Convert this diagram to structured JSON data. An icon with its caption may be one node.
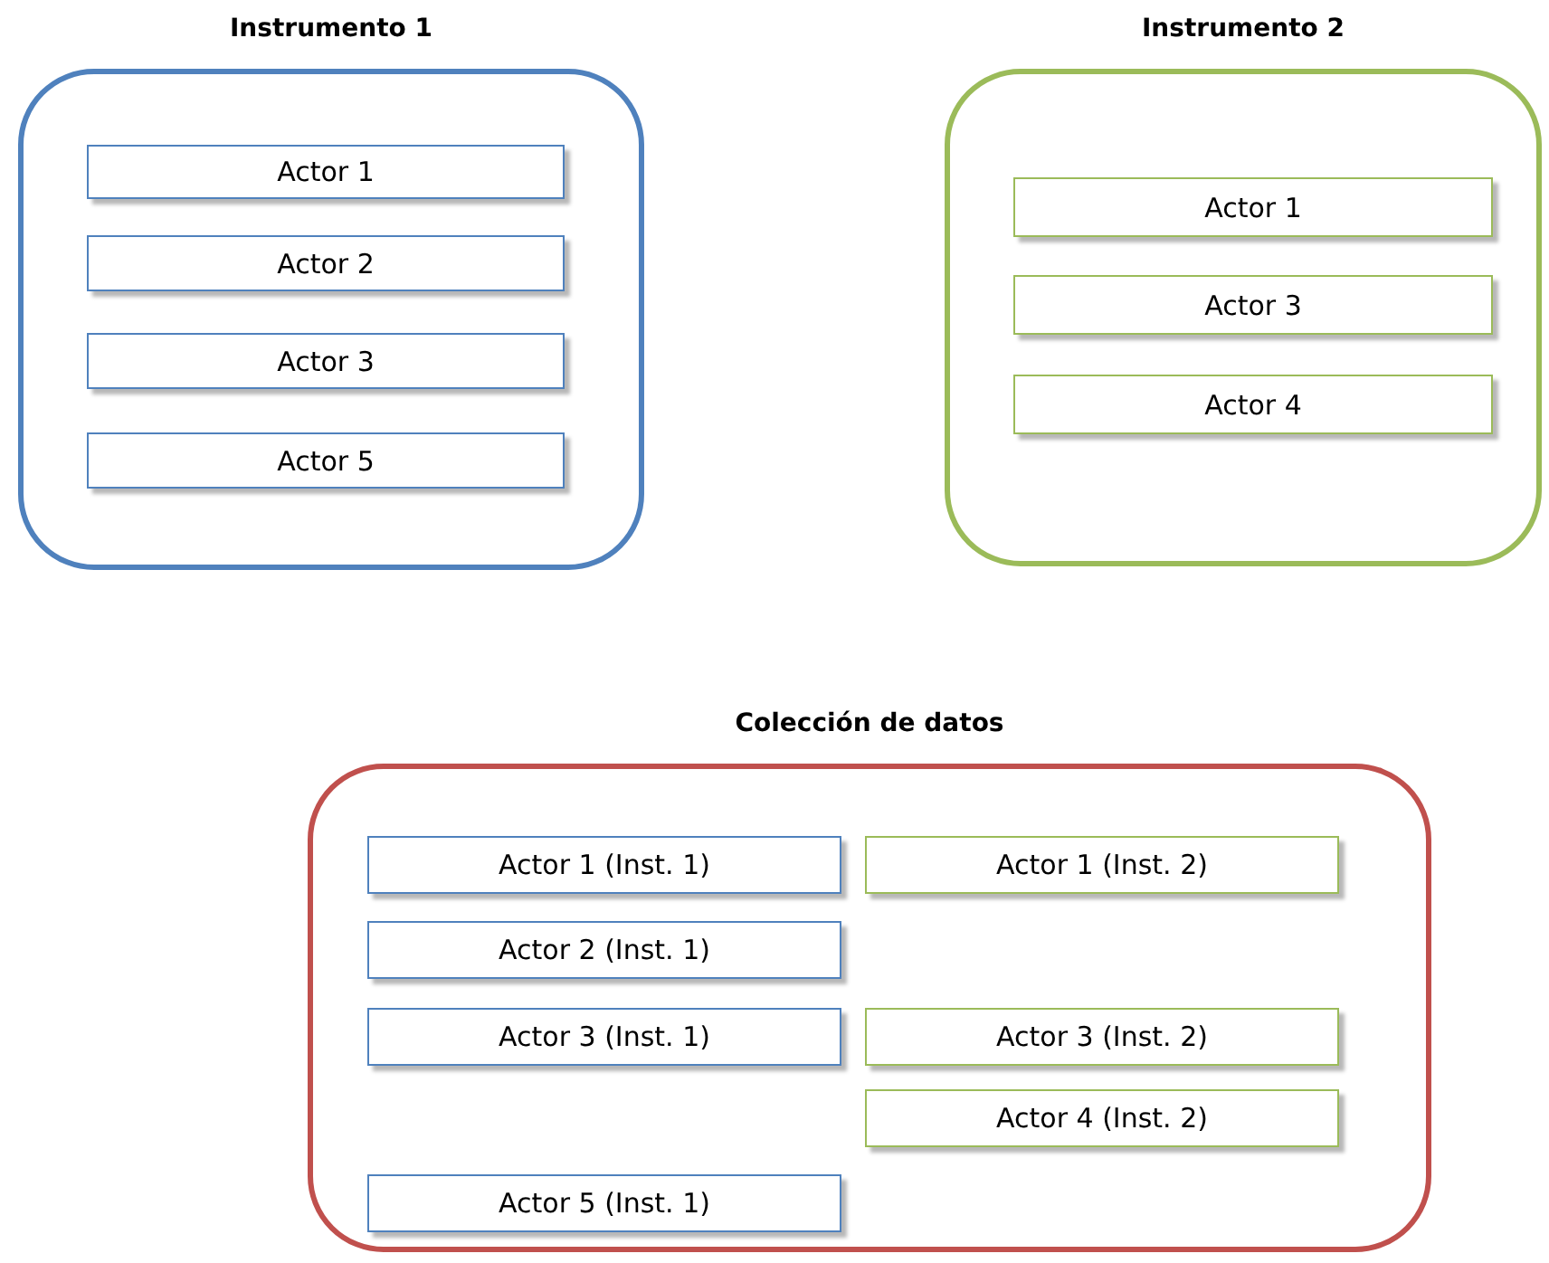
{
  "diagram": {
    "nodes": [
      {
        "text": [
          "Instrumento 1"
        ]
      },
      {
        "text": [
          "Actor 1"
        ],
        "in": 0
      },
      {
        "text": [
          "Actor 2"
        ],
        "in": 0
      },
      {
        "text": [
          "Actor 3"
        ],
        "in": 0
      },
      {
        "text": [
          "Actor 5"
        ],
        "in": 0
      },
      {
        "text": [
          "Instrumento 2"
        ]
      },
      {
        "text": [
          "Actor 1"
        ],
        "in": 5
      },
      {
        "text": [
          "Actor 3"
        ],
        "in": 5
      },
      {
        "text": [
          "Actor 4"
        ],
        "in": 5
      },
      {
        "text": [
          "Colección de datos"
        ]
      },
      {
        "text": [
          "Actor 1 (Inst. 1)"
        ],
        "in": 9
      },
      {
        "text": [
          "Actor 1 (Inst. 2)"
        ],
        "in": 9
      },
      {
        "text": [
          "Actor 2 (Inst. 1)"
        ],
        "in": 9
      },
      {
        "text": [
          "Actor 3 (Inst. 1)"
        ],
        "in": 9
      },
      {
        "text": [
          "Actor 3 (Inst. 2)"
        ],
        "in": 9
      },
      {
        "text": [
          "Actor 4 (Inst. 2)"
        ],
        "in": 9
      },
      {
        "text": [
          "Actor 5 (Inst. 1)"
        ],
        "in": 9
      }
    ],
    "edges": []
  }
}
